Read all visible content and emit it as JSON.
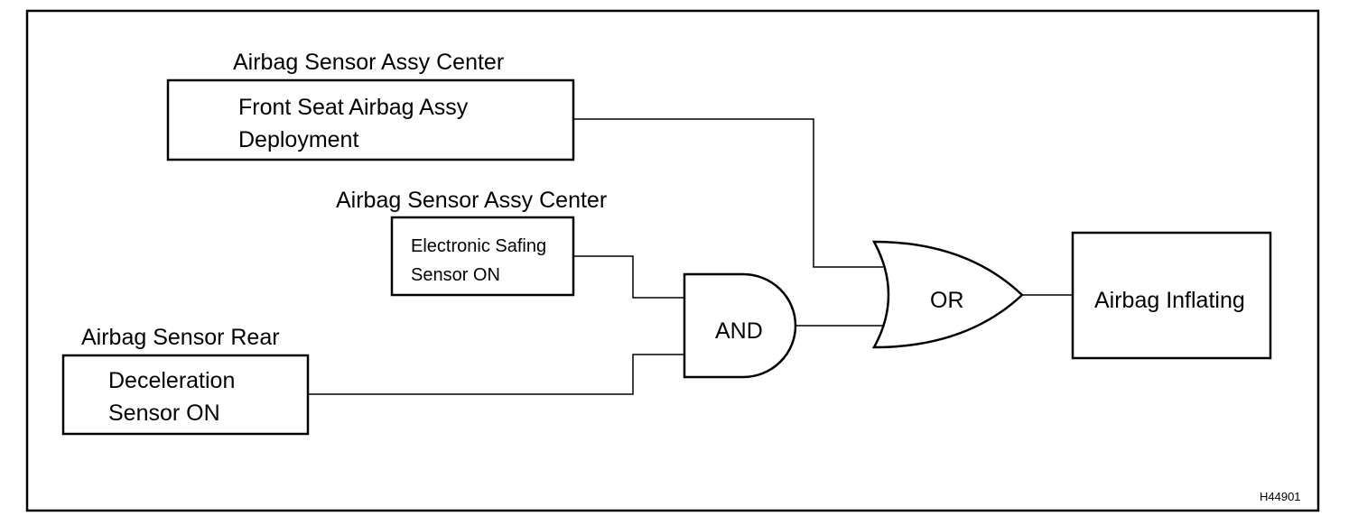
{
  "diagram": {
    "blocks": {
      "front_seat": {
        "caption": "Airbag Sensor Assy Center",
        "lines": [
          "Front Seat Airbag Assy",
          "Deployment"
        ]
      },
      "safing": {
        "caption": "Airbag Sensor Assy Center",
        "lines": [
          "Electronic Safing",
          "Sensor ON"
        ]
      },
      "rear": {
        "caption": "Airbag Sensor Rear",
        "lines": [
          "Deceleration",
          "Sensor ON"
        ]
      },
      "inflating": {
        "lines": [
          "Airbag Inflating"
        ]
      }
    },
    "gates": {
      "and_gate": {
        "label": "AND"
      },
      "or_gate": {
        "label": "OR"
      }
    },
    "figure_code": "H44901"
  }
}
